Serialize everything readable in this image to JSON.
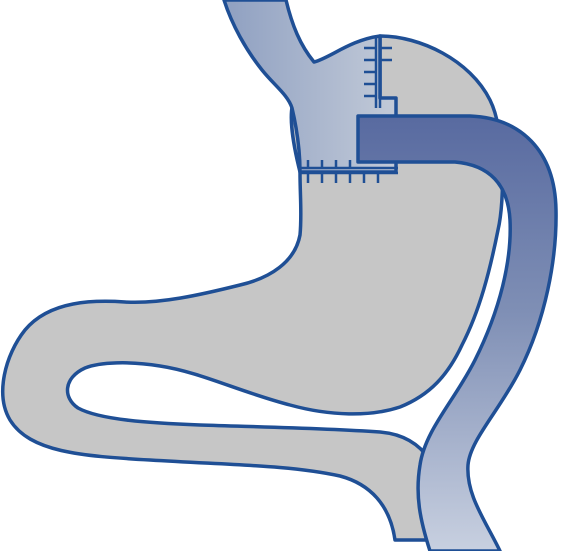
{
  "diagram": {
    "colors": {
      "outline": "#1f4f95",
      "stomach_fill": "#c6c6c6",
      "pouch_esophagus_top": "#8fa0c1",
      "pouch_esophagus_bottom": "#c2cad8",
      "limb_top": "#586aa0",
      "limb_bottom": "#c8d0e0",
      "background": "#ffffff"
    },
    "parts": [
      {
        "name": "esophagus",
        "icon": "tube-shape"
      },
      {
        "name": "gastric-pouch",
        "icon": "pouch-shape"
      },
      {
        "name": "excluded-stomach",
        "icon": "stomach-shape"
      },
      {
        "name": "duodenum",
        "icon": "intestine-loop-shape"
      },
      {
        "name": "roux-limb",
        "icon": "intestine-limb-shape"
      },
      {
        "name": "staple-lines",
        "icon": "staple-icon"
      }
    ]
  }
}
